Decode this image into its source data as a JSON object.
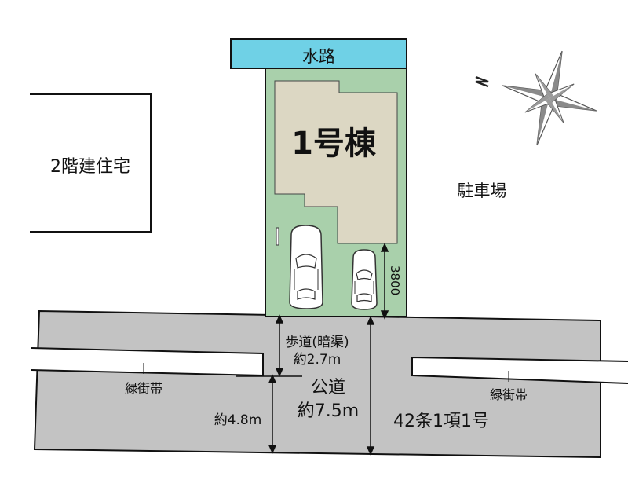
{
  "colors": {
    "waterway": "#6fd1e6",
    "lot": "#a9d0ab",
    "building": "#dcd7c3",
    "road": "#c3c3c3",
    "outline": "#111111"
  },
  "labels": {
    "waterway": "水路",
    "building": "1号棟",
    "neighbor_house": "2階建住宅",
    "parking_lot": "駐車場",
    "parking_depth": "3800",
    "sidewalk_line1": "歩道(暗渠)",
    "sidewalk_line2": "約2.7m",
    "public_road_line1": "公道",
    "public_road_line2": "約7.5m",
    "road_width": "約4.8m",
    "road_classification": "42条1項1号",
    "green_belt_left": "緑街帯",
    "green_belt_right": "緑街帯"
  },
  "icons": {
    "compass": "compass-rose-icon",
    "car": "car-icon"
  }
}
